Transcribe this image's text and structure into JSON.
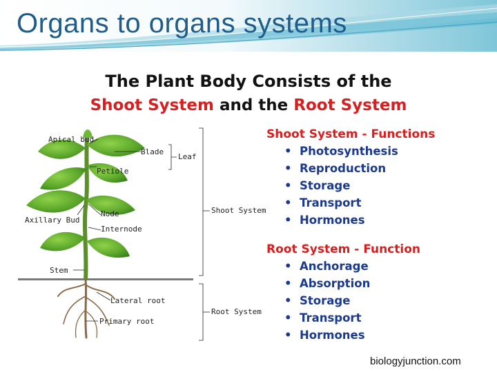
{
  "slide_title": "Organs to organs systems",
  "heading": {
    "line1": "The Plant Body Consists of the",
    "line2_part1": "Shoot System",
    "line2_part2": " and the ",
    "line2_part3": "Root System"
  },
  "shoot_functions": {
    "title": "Shoot System - Functions",
    "bullet": "•",
    "items": [
      "Photosynthesis",
      "Reproduction",
      "Storage",
      "Transport",
      "Hormones"
    ]
  },
  "root_functions": {
    "title": "Root System - Function",
    "bullet": "•",
    "items": [
      "Anchorage",
      "Absorption",
      "Storage",
      "Transport",
      "Hormones"
    ]
  },
  "diagram_labels": {
    "apical_bud": "Apical bud",
    "blade": "Blade",
    "leaf": "Leaf",
    "petiole": "Petiole",
    "node": "Node",
    "axillary_bud": "Axillary Bud",
    "internode": "Internode",
    "shoot_system": "Shoot System",
    "stem": "Stem",
    "lateral_root": "Lateral root",
    "primary_root": "Primary root",
    "root_system": "Root System"
  },
  "credit": "biologyjunction.com",
  "colors": {
    "title_blue": "#1f5c8a",
    "heading_red": "#d81e1e",
    "list_blue": "#1b3a8e",
    "leaf_green": "#5aa52a"
  }
}
